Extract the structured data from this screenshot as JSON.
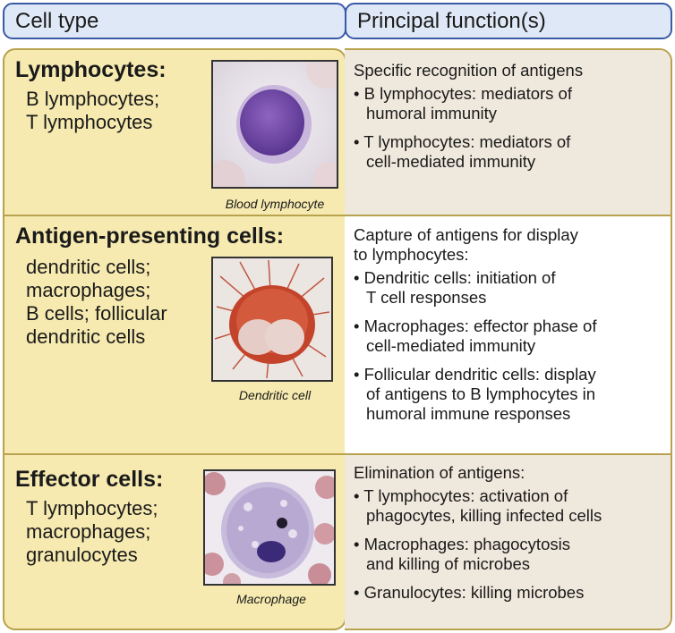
{
  "header": {
    "cell_type": "Cell type",
    "principal_functions": "Principal function(s)"
  },
  "rows": [
    {
      "title": "Lymphocytes:",
      "subtypes": [
        "B lymphocytes;",
        "T lymphocytes"
      ],
      "image_caption": "Blood lymphocyte",
      "function_heading": "Specific recognition of antigens",
      "bullets": [
        [
          "• B lymphocytes: mediators of",
          "humoral immunity"
        ],
        [
          "• T lymphocytes: mediators of",
          "cell-mediated immunity"
        ]
      ]
    },
    {
      "title": "Antigen-presenting cells:",
      "subtypes": [
        "dendritic cells;",
        "macrophages;",
        "B cells; follicular",
        "dendritic cells"
      ],
      "image_caption": "Dendritic cell",
      "function_heading": [
        "Capture of antigens for display",
        "to lymphocytes:"
      ],
      "bullets": [
        [
          "• Dendritic cells: initiation of",
          "T cell responses"
        ],
        [
          "• Macrophages: effector phase of",
          "cell-mediated immunity"
        ],
        [
          "• Follicular dendritic cells: display",
          "of antigens to B lymphocytes in",
          "humoral immune responses"
        ]
      ]
    },
    {
      "title": "Effector cells:",
      "subtypes": [
        "T lymphocytes;",
        "macrophages;",
        "granulocytes"
      ],
      "image_caption": "Macrophage",
      "function_heading": "Elimination of antigens:",
      "bullets": [
        [
          "• T lymphocytes: activation of",
          "phagocytes, killing infected cells"
        ],
        [
          "• Macrophages: phagocytosis",
          "and killing of microbes"
        ],
        [
          "• Granulocytes: killing microbes"
        ]
      ]
    }
  ],
  "colors": {
    "header_fill": "#dfe8f6",
    "header_border": "#3a5aa6",
    "left_fill": "#f6eab0",
    "panel_border": "#b8a24e",
    "right_shaded": "#efe8dc"
  }
}
